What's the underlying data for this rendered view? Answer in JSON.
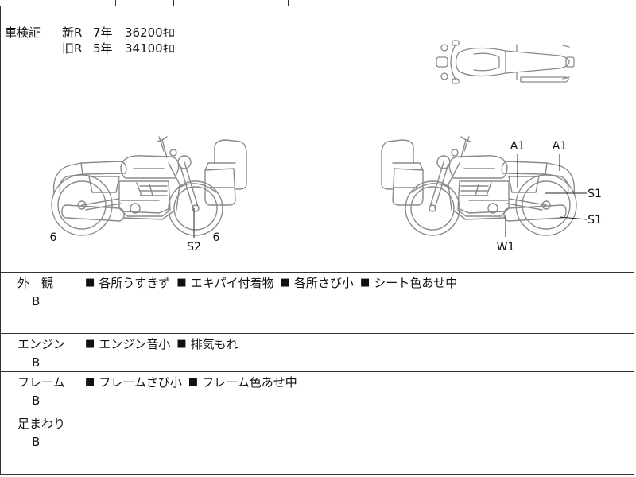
{
  "inspection_certificate": {
    "label": "車検証",
    "rows": [
      {
        "type": "新R",
        "year": "7年",
        "mileage": "36200ｷﾛ"
      },
      {
        "type": "旧R",
        "year": "5年",
        "mileage": "34100ｷﾛ"
      }
    ]
  },
  "diagram": {
    "left_view_marks": [
      "6",
      "S2",
      "6"
    ],
    "right_view_marks": [
      "A1",
      "A1",
      "S1",
      "S1",
      "W1"
    ]
  },
  "bullet": "■",
  "sections": [
    {
      "title": "外　観",
      "grade": "B",
      "items": [
        "各所うすきず",
        "エキパイ付着物",
        "各所さび小",
        "シート色あせ中"
      ]
    },
    {
      "title": "エンジン",
      "grade": "B",
      "items": [
        "エンジン音小",
        "排気もれ"
      ]
    },
    {
      "title": "フレーム",
      "grade": "B",
      "items": [
        "フレームさび小",
        "フレーム色あせ中"
      ]
    },
    {
      "title": "足まわり",
      "grade": "B",
      "items": []
    }
  ],
  "colors": {
    "text": "#111111",
    "border": "#333333",
    "drawing": "#8a8a8a"
  }
}
